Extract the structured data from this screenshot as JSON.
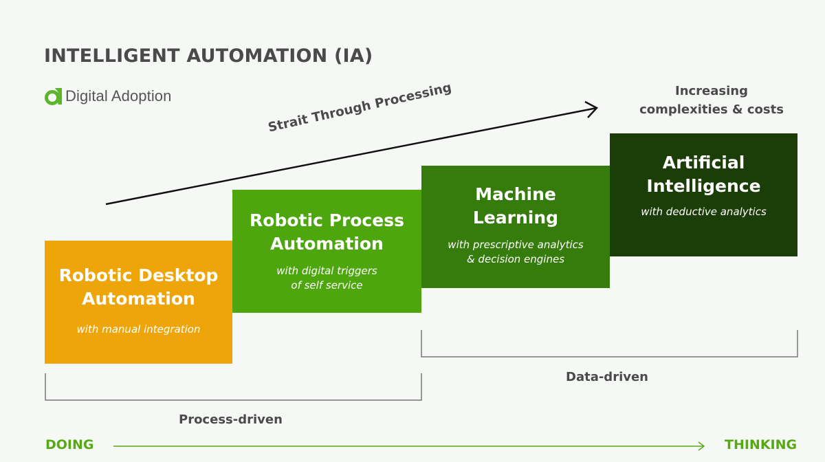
{
  "title": "INTELLIGENT AUTOMATION (IA)",
  "brand": {
    "name": "Digital Adoption",
    "icon": "digital-adoption-logo-icon",
    "color": "#5cb52a"
  },
  "top_note": {
    "line1": "Increasing",
    "line2": "complexities & costs"
  },
  "arrow_label": "Strait Through Processing",
  "boxes": [
    {
      "title_line1": "Robotic Desktop",
      "title_line2": "Automation",
      "subtitle_line1": "with manual integration",
      "subtitle_line2": "",
      "color": "#eea50a"
    },
    {
      "title_line1": "Robotic Process",
      "title_line2": "Automation",
      "subtitle_line1": "with digital triggers",
      "subtitle_line2": "of self service",
      "color": "#4ea60e"
    },
    {
      "title_line1": "Machine",
      "title_line2": "Learning",
      "subtitle_line1": "with prescriptive analytics",
      "subtitle_line2": "& decision engines",
      "color": "#367c0d"
    },
    {
      "title_line1": "Artificial",
      "title_line2": "Intelligence",
      "subtitle_line1": "with deductive analytics",
      "subtitle_line2": "",
      "color": "#1b3d08"
    }
  ],
  "brackets": {
    "process": "Process-driven",
    "data": "Data-driven"
  },
  "axis": {
    "left": "DOING",
    "right": "THINKING",
    "color": "#56a814"
  }
}
